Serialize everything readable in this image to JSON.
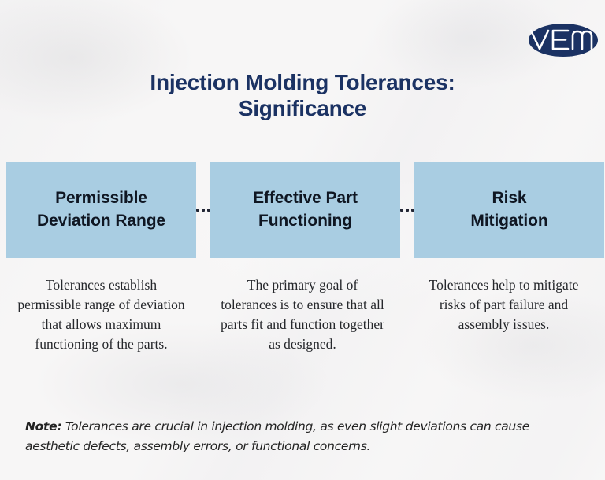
{
  "colors": {
    "background": "#f7f6f6",
    "card_fill": "#a9cde2",
    "title_navy": "#1b3263",
    "card_title": "#0f1622",
    "body_text": "#26282c",
    "logo_navy": "#1b3263",
    "dot": "#222634"
  },
  "brand": {
    "logo_name": "vem-logo",
    "logo_text": "VEM"
  },
  "title": {
    "line1": "Injection Molding Tolerances:",
    "line2": "Significance"
  },
  "cards": [
    {
      "header": "Permissible Deviation Range",
      "header_line1": "Permissible",
      "header_line2": "Deviation Range",
      "body": "Tolerances establish permissible range of deviation that allows maximum functioning of the parts."
    },
    {
      "header": "Effective Part Functioning",
      "header_line1": "Effective Part",
      "header_line2": "Functioning",
      "body": "The primary goal of tolerances is to ensure that all parts fit and function together as designed."
    },
    {
      "header": "Risk Mitigation",
      "header_line1": "Risk",
      "header_line2": "Mitigation",
      "body": "Tolerances help to mitigate risks of part failure and assembly issues."
    }
  ],
  "separators": {
    "dot_count": 3
  },
  "note": {
    "label": "Note:",
    "text": " Tolerances are crucial in injection molding, as even slight deviations can cause aesthetic defects, assembly errors, or functional concerns."
  }
}
